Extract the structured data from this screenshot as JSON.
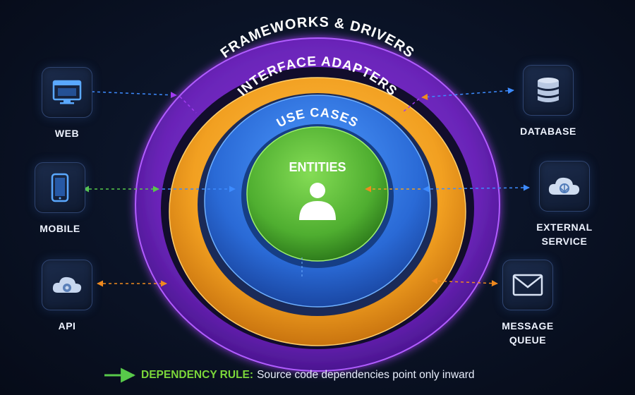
{
  "layers": {
    "frameworks": "FRAMEWORKS & DRIVERS",
    "adapters": "INTERFACE ADAPTERS",
    "use_cases": "USE CASES",
    "entities": "ENTITIES"
  },
  "clients": [
    {
      "icon": "browser-window-icon",
      "label_lines": [
        "WEB"
      ]
    },
    {
      "icon": "smartphone-icon",
      "label_lines": [
        "MOBILE"
      ]
    },
    {
      "icon": "cloud-gear-icon",
      "label_lines": [
        "API"
      ]
    }
  ],
  "services": [
    {
      "icon": "database-icon",
      "label_lines": [
        "DATABASE"
      ]
    },
    {
      "icon": "cloud-service-icon",
      "label_lines": [
        "EXTERNAL",
        "SERVICE"
      ]
    },
    {
      "icon": "envelope-icon",
      "label_lines": [
        "MESSAGE",
        "QUEUE"
      ]
    }
  ],
  "legend": {
    "rule": "DEPENDENCY RULE",
    "colon": ":",
    "description": "Source code dependencies point only inward"
  },
  "colors": {
    "frameworks": "#7b2fc9",
    "adapters": "#f0a020",
    "use_cases": "#2c6fd8",
    "entities": "#57b135",
    "arrow_blue": "#3d8bff",
    "arrow_green": "#58c94a",
    "arrow_orange": "#f08a1e",
    "arrow_purple": "#a13bf0",
    "legend_green": "#7bd63a"
  }
}
